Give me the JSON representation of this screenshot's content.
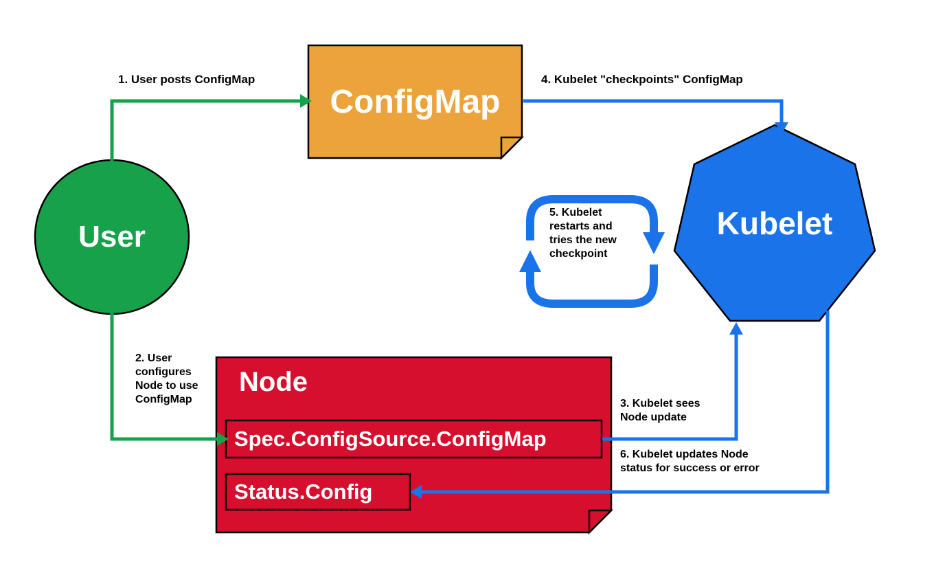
{
  "colors": {
    "green": "#18a14b",
    "orange": "#eca33c",
    "blue": "#1a73e8",
    "red": "#d50f2d",
    "outline": "#000000",
    "label_text": "#ffffff"
  },
  "nodes": {
    "user": {
      "label": "User"
    },
    "configmap": {
      "label": "ConfigMap"
    },
    "kubelet": {
      "label": "Kubelet"
    },
    "node": {
      "title": "Node",
      "spec_field": "Spec.ConfigSource.ConfigMap",
      "status_field": "Status.Config"
    }
  },
  "steps": {
    "step1": "1. User posts ConfigMap",
    "step2": "2. User\nconfigures\nNode to use\nConfigMap",
    "step3": "3. Kubelet sees\nNode update",
    "step4": "4. Kubelet \"checkpoints\" ConfigMap",
    "step5": "5. Kubelet\nrestarts and\ntries the new\ncheckpoint",
    "step6": "6. Kubelet updates Node\nstatus for success or error"
  }
}
